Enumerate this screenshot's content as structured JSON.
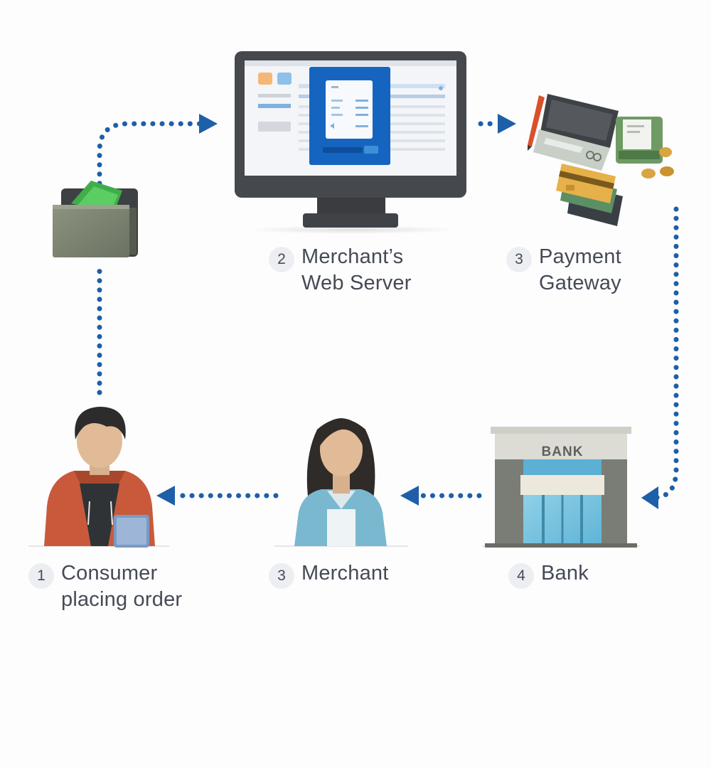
{
  "colors": {
    "arrow": "#1d5fa8",
    "text": "#454a55",
    "badge_bg": "#eceef2",
    "screen_accent": "#1565c0"
  },
  "nodes": {
    "consumer": {
      "step": "1",
      "label": "Consumer\nplacing order",
      "icon": "person-with-tablet-icon"
    },
    "web_server": {
      "step": "2",
      "label": "Merchant’s\nWeb Server",
      "icon": "computer-monitor-icon"
    },
    "gateway": {
      "step": "3",
      "label": "Payment\nGateway",
      "icon": "payment-items-icon"
    },
    "merchant": {
      "step": "3",
      "label": "Merchant",
      "icon": "merchant-person-icon"
    },
    "bank": {
      "step": "4",
      "label": "Bank",
      "icon": "bank-building-icon",
      "sign": "BANK"
    }
  },
  "wallet": {
    "icon": "wallet-icon"
  }
}
